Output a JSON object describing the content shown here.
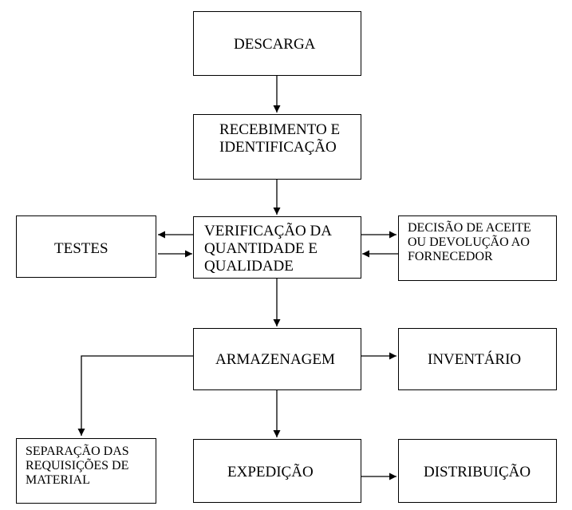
{
  "diagram": {
    "nodes": {
      "descarga": "DESCARGA",
      "recebimento": "RECEBIMENTO E\nIDENTIFICAÇÃO",
      "verificacao": "VERIFICAÇÃO DA\nQUANTIDADE E\nQUALIDADE",
      "testes": "TESTES",
      "decisao": "DECISÃO DE ACEITE\nOU DEVOLUÇÃO AO\nFORNECEDOR",
      "armazenagem": "ARMAZENAGEM",
      "inventario": "INVENTÁRIO",
      "separacao": "SEPARAÇÃO DAS\nREQUISIÇÕES DE\nMATERIAL",
      "expedicao": "EXPEDIÇÃO",
      "distribuicao": "DISTRIBUIÇÃO"
    },
    "edges": [
      {
        "from": "descarga",
        "to": "recebimento"
      },
      {
        "from": "recebimento",
        "to": "verificacao"
      },
      {
        "from": "verificacao",
        "to": "testes"
      },
      {
        "from": "testes",
        "to": "verificacao"
      },
      {
        "from": "verificacao",
        "to": "decisao"
      },
      {
        "from": "decisao",
        "to": "verificacao"
      },
      {
        "from": "verificacao",
        "to": "armazenagem"
      },
      {
        "from": "armazenagem",
        "to": "inventario"
      },
      {
        "from": "armazenagem",
        "to": "separacao"
      },
      {
        "from": "armazenagem",
        "to": "expedicao"
      },
      {
        "from": "expedicao",
        "to": "distribuicao"
      }
    ]
  }
}
